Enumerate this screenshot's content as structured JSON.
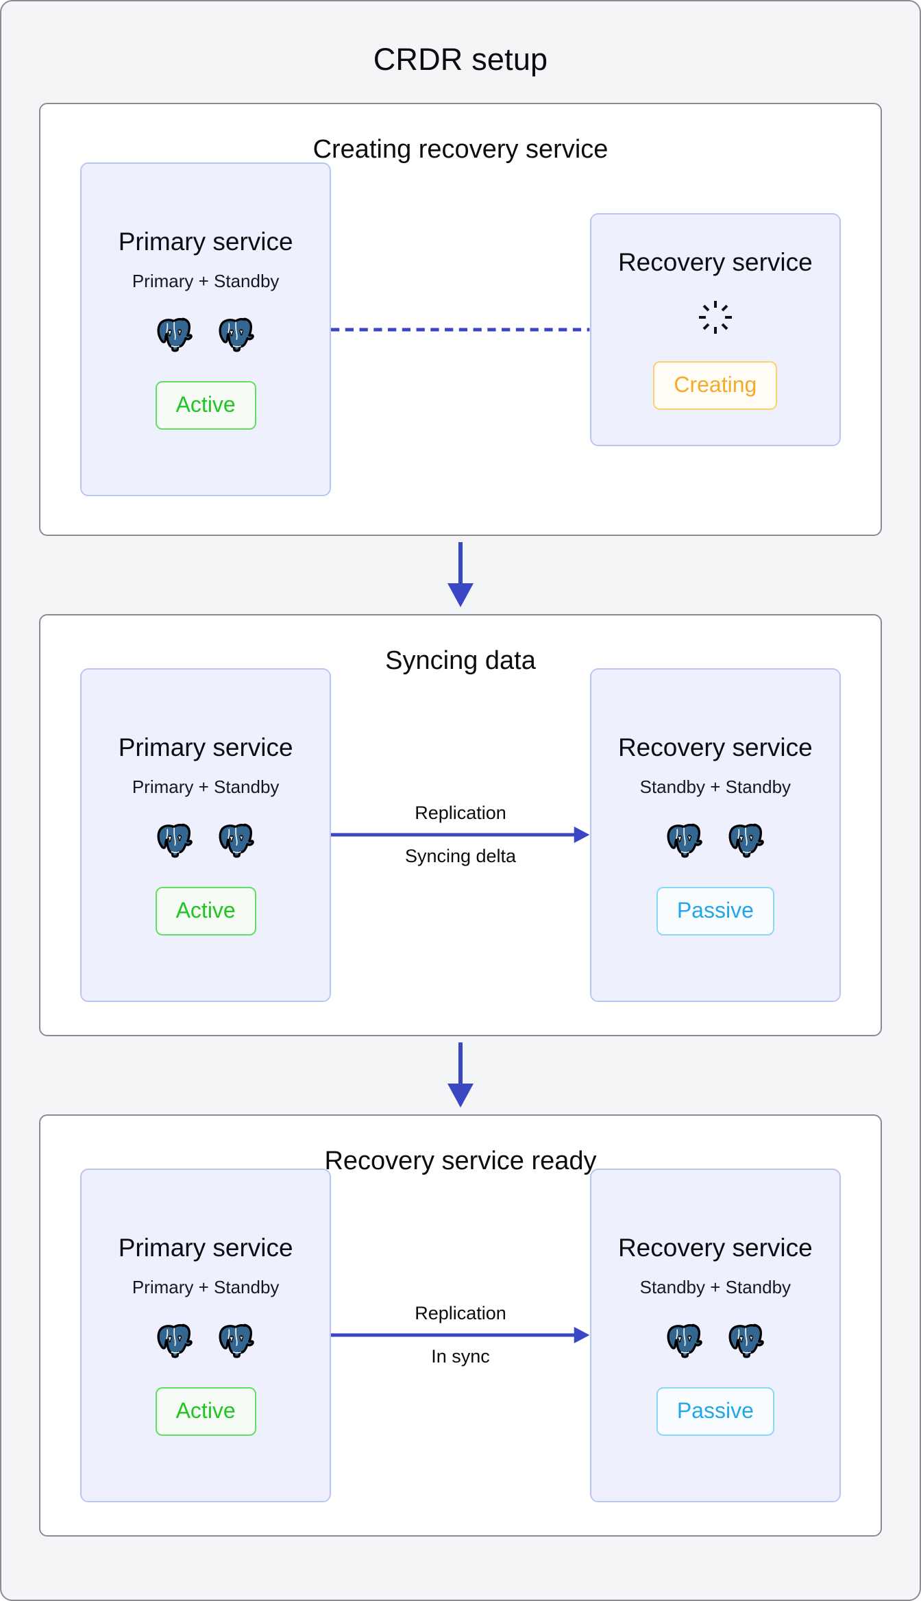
{
  "diagram": {
    "title": "CRDR setup",
    "colors": {
      "page_background": "#f4f5f7",
      "panel_background": "#ffffff",
      "panel_border": "#8b8b96",
      "card_background": "#eef1fd",
      "card_border": "#b9c6ef",
      "arrow_blue": "#3b46c4",
      "active_green": "#21c521",
      "passive_blue": "#22a6ea",
      "creating_orange": "#f7a928",
      "postgres_blue": "#336791"
    }
  },
  "stages": [
    {
      "title": "Creating recovery service",
      "left": {
        "name": "Primary service",
        "subtitle": "Primary + Standby",
        "nodes": [
          "postgres-elephant-icon",
          "postgres-elephant-icon"
        ],
        "badge": "Active"
      },
      "connector": {
        "style": "dashed",
        "arrowhead": false,
        "top_label": "",
        "bottom_label": ""
      },
      "right": {
        "name": "Recovery service",
        "subtitle": "",
        "status_icon": "loading-spinner-icon",
        "badge": "Creating"
      }
    },
    {
      "title": "Syncing data",
      "left": {
        "name": "Primary service",
        "subtitle": "Primary + Standby",
        "nodes": [
          "postgres-elephant-icon",
          "postgres-elephant-icon"
        ],
        "badge": "Active"
      },
      "connector": {
        "style": "solid",
        "arrowhead": true,
        "top_label": "Replication",
        "bottom_label": "Syncing delta"
      },
      "right": {
        "name": "Recovery service",
        "subtitle": "Standby + Standby",
        "nodes": [
          "postgres-elephant-icon",
          "postgres-elephant-icon"
        ],
        "badge": "Passive"
      }
    },
    {
      "title": "Recovery service ready",
      "left": {
        "name": "Primary service",
        "subtitle": "Primary + Standby",
        "nodes": [
          "postgres-elephant-icon",
          "postgres-elephant-icon"
        ],
        "badge": "Active"
      },
      "connector": {
        "style": "solid",
        "arrowhead": true,
        "top_label": "Replication",
        "bottom_label": "In sync"
      },
      "right": {
        "name": "Recovery service",
        "subtitle": "Standby + Standby",
        "nodes": [
          "postgres-elephant-icon",
          "postgres-elephant-icon"
        ],
        "badge": "Passive"
      }
    }
  ]
}
